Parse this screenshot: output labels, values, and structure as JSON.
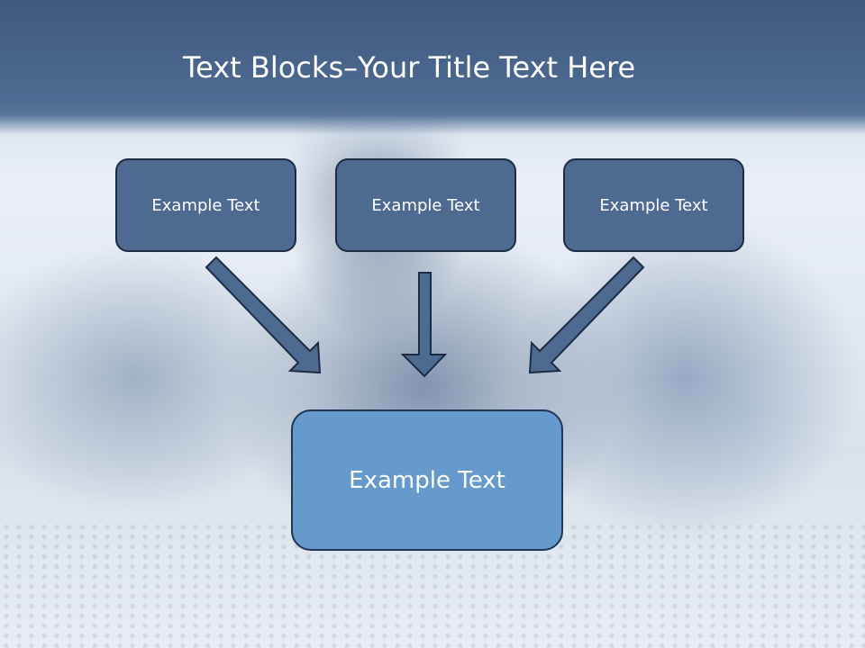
{
  "title": {
    "bold": "Text Blocks",
    "dash": "–",
    "rest": "Your Title Text Here"
  },
  "blocks": {
    "top": [
      "Example Text",
      "Example Text",
      "Example Text"
    ],
    "bottom": "Example Text"
  },
  "colors": {
    "banner": "#4d6a92",
    "small_box_fill": "#4d6a91",
    "small_box_border": "#1c2c45",
    "big_box_fill": "#6699cc",
    "big_box_border": "#1f3656",
    "arrow_fill": "#4d6a91",
    "arrow_stroke": "#1c2c45"
  }
}
